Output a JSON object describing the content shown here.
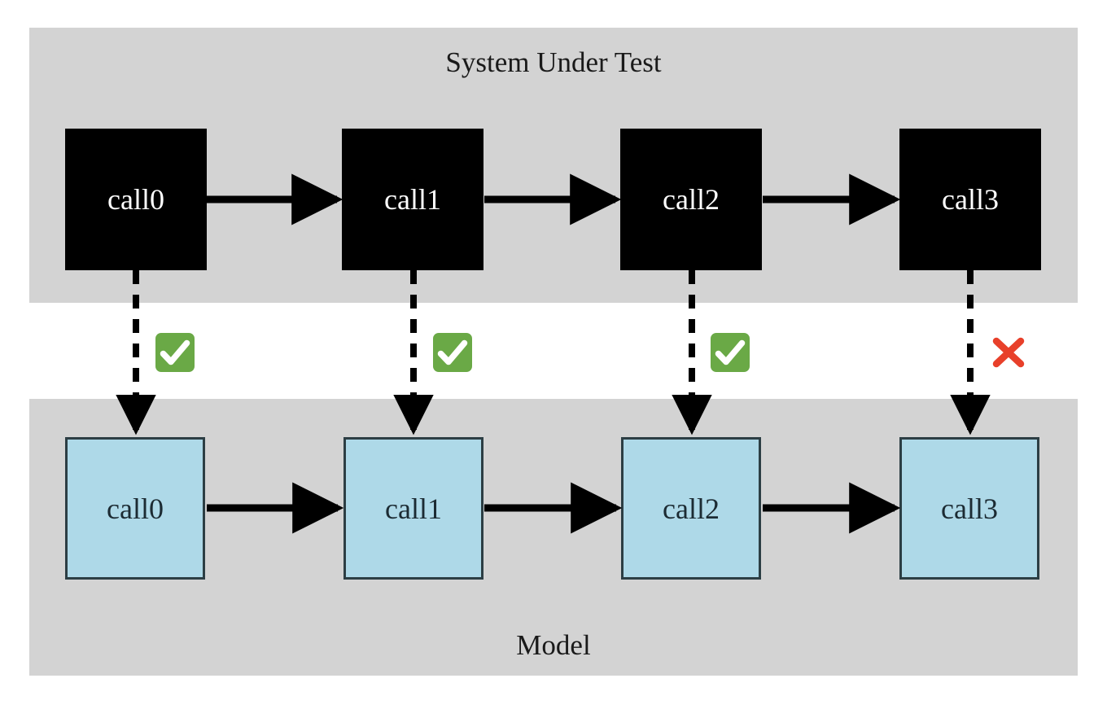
{
  "diagram": {
    "title_top": "System Under Test",
    "title_bottom": "Model",
    "colors": {
      "panel_background": "#d3d3d3",
      "page_background": "#ffffff",
      "sut_node_fill": "#000000",
      "sut_node_text": "#ffffff",
      "model_node_fill": "#aed9e8",
      "model_node_border": "#2c3e44",
      "model_node_text": "#1c2b33",
      "arrow": "#000000",
      "pass_mark": "#6aa946",
      "fail_mark": "#e8402a"
    }
  },
  "sut": {
    "label": "System Under Test",
    "nodes": [
      {
        "id": "sut-call0",
        "label": "call0"
      },
      {
        "id": "sut-call1",
        "label": "call1"
      },
      {
        "id": "sut-call2",
        "label": "call2"
      },
      {
        "id": "sut-call3",
        "label": "call3"
      }
    ]
  },
  "model": {
    "label": "Model",
    "nodes": [
      {
        "id": "model-call0",
        "label": "call0"
      },
      {
        "id": "model-call1",
        "label": "call1"
      },
      {
        "id": "model-call2",
        "label": "call2"
      },
      {
        "id": "model-call3",
        "label": "call3"
      }
    ]
  },
  "comparisons": [
    {
      "index": 0,
      "icon": "check-mark-icon",
      "result": "pass"
    },
    {
      "index": 1,
      "icon": "check-mark-icon",
      "result": "pass"
    },
    {
      "index": 2,
      "icon": "check-mark-icon",
      "result": "pass"
    },
    {
      "index": 3,
      "icon": "cross-mark-icon",
      "result": "fail"
    }
  ],
  "edges": {
    "sut_sequence": [
      "call0 -> call1",
      "call1 -> call2",
      "call2 -> call3"
    ],
    "model_sequence": [
      "call0 -> call1",
      "call1 -> call2",
      "call2 -> call3"
    ],
    "mapping": [
      "sut.call0 -> model.call0",
      "sut.call1 -> model.call1",
      "sut.call2 -> model.call2",
      "sut.call3 -> model.call3"
    ]
  }
}
